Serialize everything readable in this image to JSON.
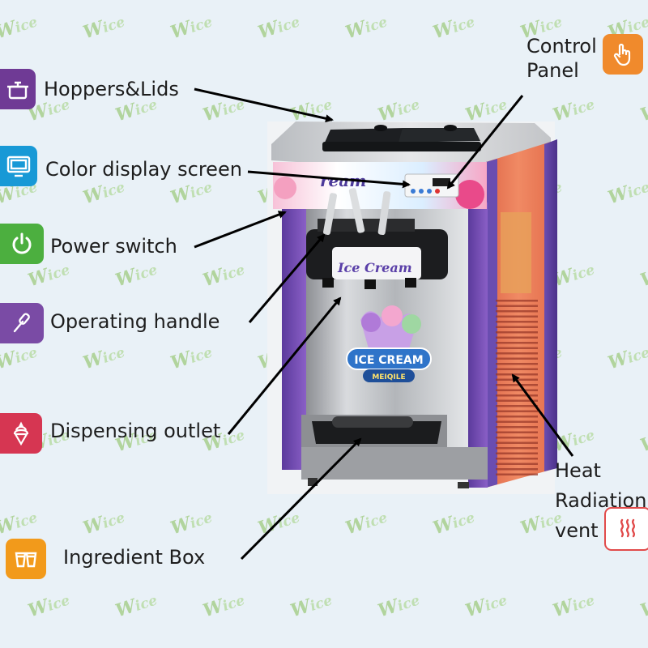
{
  "watermark": "Wice",
  "machine": {
    "logo_text": "ICE CREAM",
    "logo_sub": "MEIQILE",
    "strip_text": "Ice Cream",
    "hopper_text": "ream"
  },
  "callouts": [
    {
      "name": "hoppers-lids",
      "label": "Hoppers&Lids",
      "icon": "pot-icon",
      "color": "#6f3a95"
    },
    {
      "name": "color-display-screen",
      "label": "Color display screen",
      "icon": "monitor-icon",
      "color": "#1899d6"
    },
    {
      "name": "power-switch",
      "label": "Power switch",
      "icon": "power-icon",
      "color": "#4caf3f"
    },
    {
      "name": "operating-handle",
      "label": "Operating handle",
      "icon": "handle-icon",
      "color": "#7a4ba5"
    },
    {
      "name": "dispensing-outlet",
      "label": "Dispensing outlet",
      "icon": "softserve-icon",
      "color": "#d63652"
    },
    {
      "name": "ingredient-box",
      "label": "Ingredient Box",
      "icon": "cups-icon",
      "color": "#f29a1b"
    },
    {
      "name": "control-panel",
      "label": "Control\nPanel",
      "icon": "touch-icon",
      "color": "#f08a2c"
    },
    {
      "name": "heat-radiation-vent",
      "label": "Heat\nRadiation\nvent",
      "icon": "heat-icon",
      "color": "#e14a4a"
    }
  ]
}
